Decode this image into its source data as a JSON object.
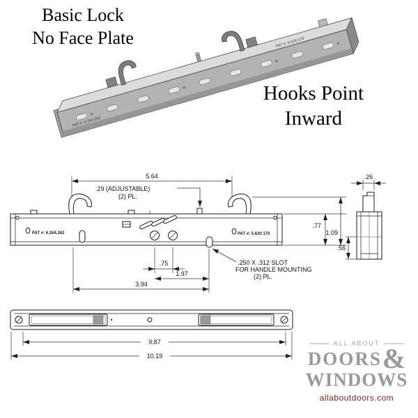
{
  "title": {
    "line1": "Basic Lock",
    "line2": "No Face Plate"
  },
  "note": {
    "line1": "Hooks Point",
    "line2": "Inward"
  },
  "iso": {
    "pat_left": "PAT #: 6.264.262",
    "pat_right": "PAT #: 5.620.170"
  },
  "front": {
    "dim_width": "5.64",
    "adjustable_line1": ".29 (ADJUSTABLE)",
    "adjustable_line2": "(2) PL.",
    "dim_body_height": ".77",
    "dim_total_height": "1.09",
    "dim_screw_spacing": ".75",
    "dim_slot_to_screw": "1.97",
    "dim_slot_span": "3.94",
    "slot_note_line1": ".250 X .312 SLOT",
    "slot_note_line2": "FOR HANDLE MOUNTING",
    "slot_note_line3": "(2) PL.",
    "pat_left": "PAT #: 6.264.262",
    "pat_right": "PAT #: 5.620.170"
  },
  "side": {
    "dim_width": ".26",
    "dim_lower_height": ".56"
  },
  "bottom": {
    "dim_inner": "9.87",
    "dim_overall": "10.19"
  },
  "logo": {
    "tagline": "ALL ABOUT",
    "word1": "DOORS",
    "amp": "&",
    "word2": "WINDOWS",
    "site": "allaboutdoors.com",
    "gray": "#9a9a9a",
    "red": "#8b2020"
  }
}
